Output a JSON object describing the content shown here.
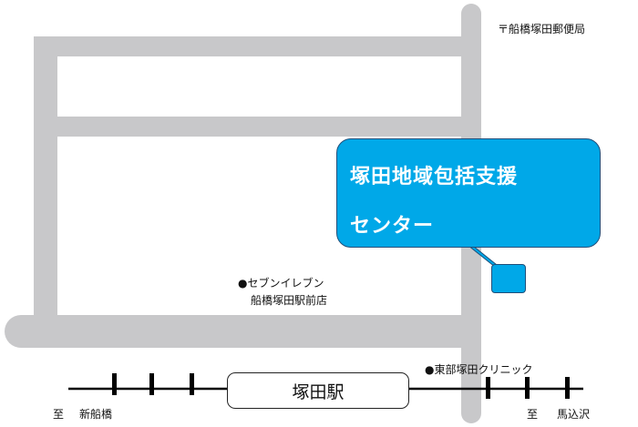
{
  "map": {
    "post_office": "〒船橋塚田郵便局",
    "seven_eleven_line1": "●セブンイレブン",
    "seven_eleven_line2": "船橋塚田駅前店",
    "clinic": "●東部塚田クリニック",
    "callout_line1": "塚田地域包括支援",
    "callout_line2": "センター",
    "station": "塚田駅",
    "left_to": "至",
    "left_destination": "新船橋",
    "right_to": "至",
    "right_destination": "馬込沢",
    "colors": {
      "road": "#c8c8ca",
      "callout_fill": "#00a8e8",
      "callout_border": "#1f4e79",
      "rail": "#000000"
    }
  }
}
